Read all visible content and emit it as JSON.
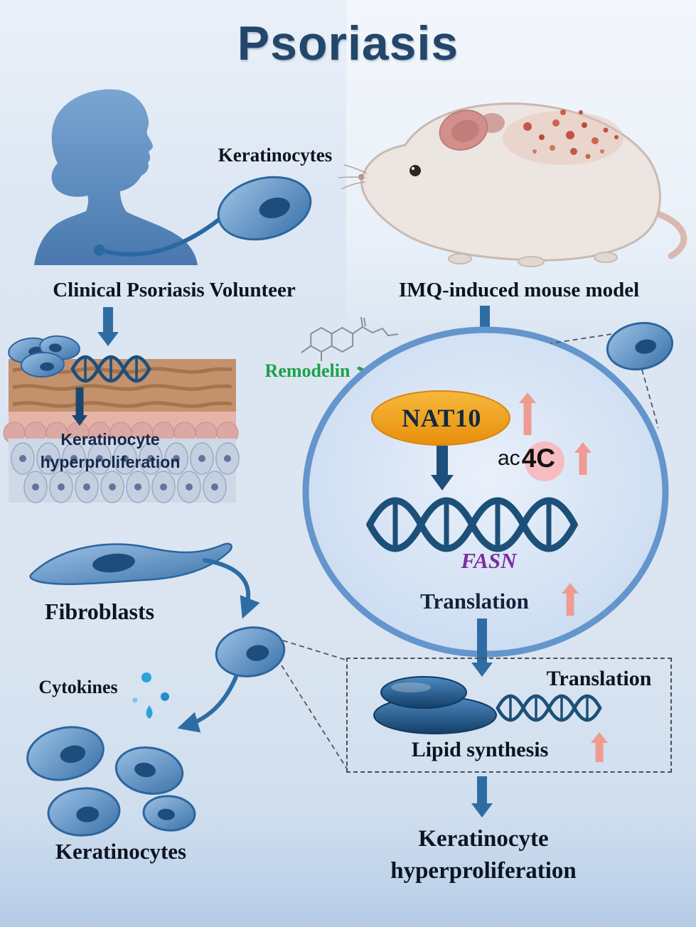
{
  "title": "Psoriasis",
  "human_panel": {
    "keratinocytes_label": "Keratinocytes",
    "volunteer_label": "Clinical Psoriasis Volunteer",
    "skin_caption_line1": "Keratinocyte",
    "skin_caption_line2": "hyperproliferation",
    "fibroblasts_label": "Fibroblasts",
    "cytokines_label": "Cytokines",
    "keratinocytes_cluster_label": "Keratinocytes"
  },
  "mouse_panel": {
    "model_label": "IMQ-induced mouse model"
  },
  "cell_diagram": {
    "inhibitor_label": "Remodelin",
    "enzyme_label": "NAT10",
    "ac4c_prefix": "ac",
    "ac4c_highlight": "4C",
    "gene_label": "FASN",
    "translation_label": "Translation"
  },
  "outcome_box": {
    "translation_label": "Translation",
    "lipid_synthesis_label": "Lipid synthesis"
  },
  "final_outcome": {
    "line1": "Keratinocyte",
    "line2": "hyperproliferation"
  },
  "colors": {
    "title_navy": "#23466b",
    "arrow_blue": "#2e6da4",
    "arrow_pink": "#ee9b92",
    "nat10_orange": "#f0a32a",
    "remodelin_green": "#19a24a",
    "fasn_purple": "#7c2d9c",
    "cell_blue": "#4d87bd",
    "ac4c_circle_pink": "#f6bcc2",
    "lesion_red": "#c6483a"
  },
  "icons": {
    "increase_arrow_icon": "↑",
    "flow_arrow_icon": "↓",
    "inhibition_tbar_icon": "⊣",
    "cytokine_droplet_icon": "💧",
    "dna_helix_icon": "helix",
    "cell_icon": "ellipse-cell"
  }
}
